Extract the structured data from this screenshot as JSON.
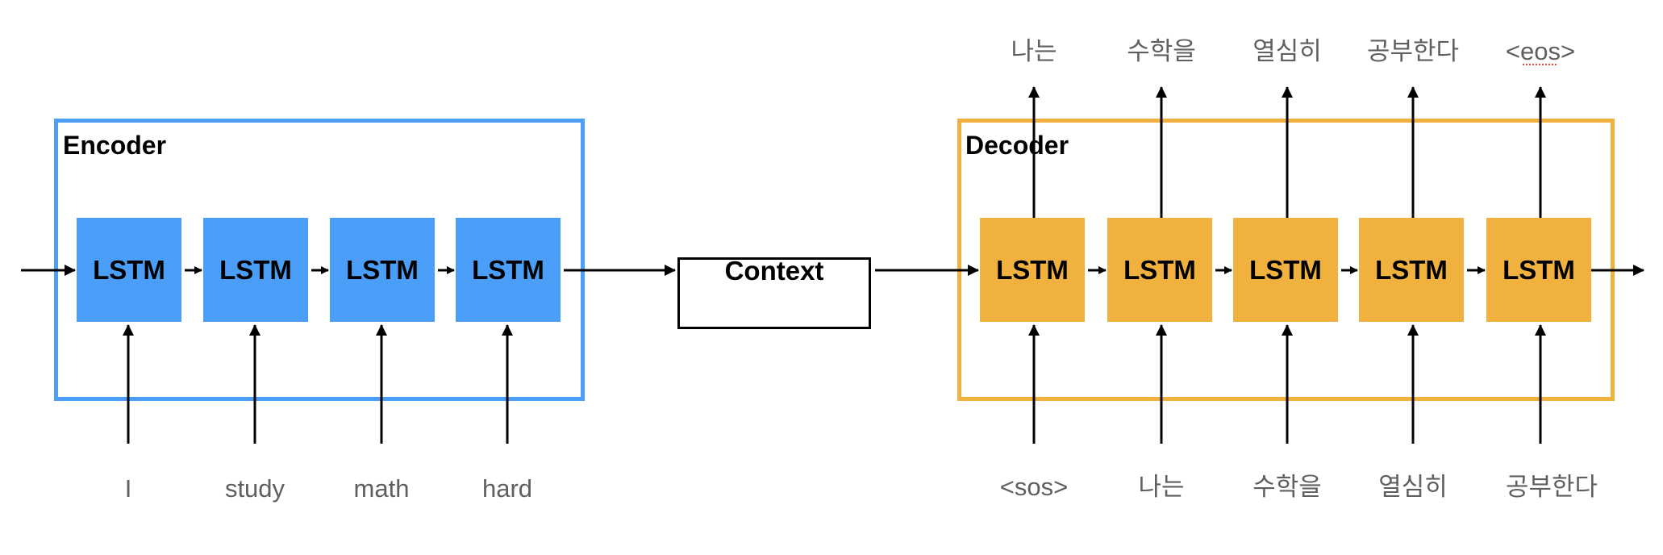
{
  "colors": {
    "encoder": "#4A9EF7",
    "decoder": "#F0B13E",
    "arrow": "#000000",
    "token_text": "#5f5f5f",
    "spellcheck_underline": "#e8473c"
  },
  "encoder": {
    "title": "Encoder",
    "cell_label": "LSTM",
    "cells": [
      "LSTM",
      "LSTM",
      "LSTM",
      "LSTM"
    ],
    "inputs": [
      "I",
      "study",
      "math",
      "hard"
    ]
  },
  "context": {
    "label": "Context"
  },
  "decoder": {
    "title": "Decoder",
    "cells": [
      "LSTM",
      "LSTM",
      "LSTM",
      "LSTM",
      "LSTM"
    ],
    "inputs": [
      "<sos>",
      "나는",
      "수학을",
      "열심히",
      "공부한다"
    ],
    "outputs": [
      "나는",
      "수학을",
      "열심히",
      "공부한다",
      "<eos>"
    ]
  },
  "annotations": {
    "spellcheck_flagged_output_index": 4
  }
}
